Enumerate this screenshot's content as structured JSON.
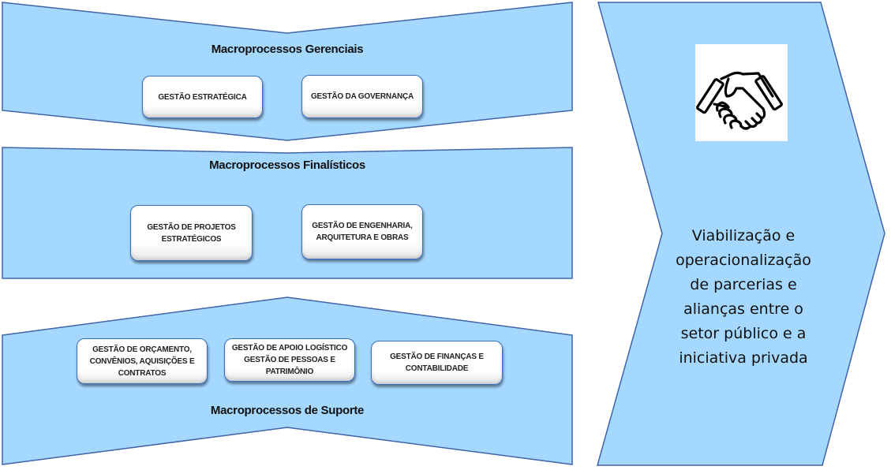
{
  "diagram": {
    "fill_color": "#a4d8ff",
    "stroke_color": "#3f64a8",
    "sections": [
      {
        "title": "Macroprocessos Gerenciais",
        "boxes": [
          "GESTÃO ESTRATÉGICA",
          "GESTÃO DA GOVERNANÇA"
        ]
      },
      {
        "title": "Macroprocessos Finalísticos",
        "boxes": [
          "GESTÃO DE PROJETOS ESTRATÉGICOS",
          "GESTÃO DE ENGENHARIA, ARQUITETURA E OBRAS"
        ]
      },
      {
        "title": "Macroprocessos de Suporte",
        "boxes": [
          "GESTÃO DE ORÇAMENTO, CONVÊNIOS, AQUISIÇÕES E CONTRATOS",
          "GESTÃO DE APOIO LOGÍSTICO GESTÃO DE PESSOAS E PATRIMÔNIO",
          "GESTÃO DE FINANÇAS E CONTABILIDADE"
        ]
      }
    ],
    "outcome": {
      "icon": "handshake-icon",
      "text": "Viabilização e operacionalização de parcerias e alianças entre o setor público e a iniciativa privada"
    }
  }
}
